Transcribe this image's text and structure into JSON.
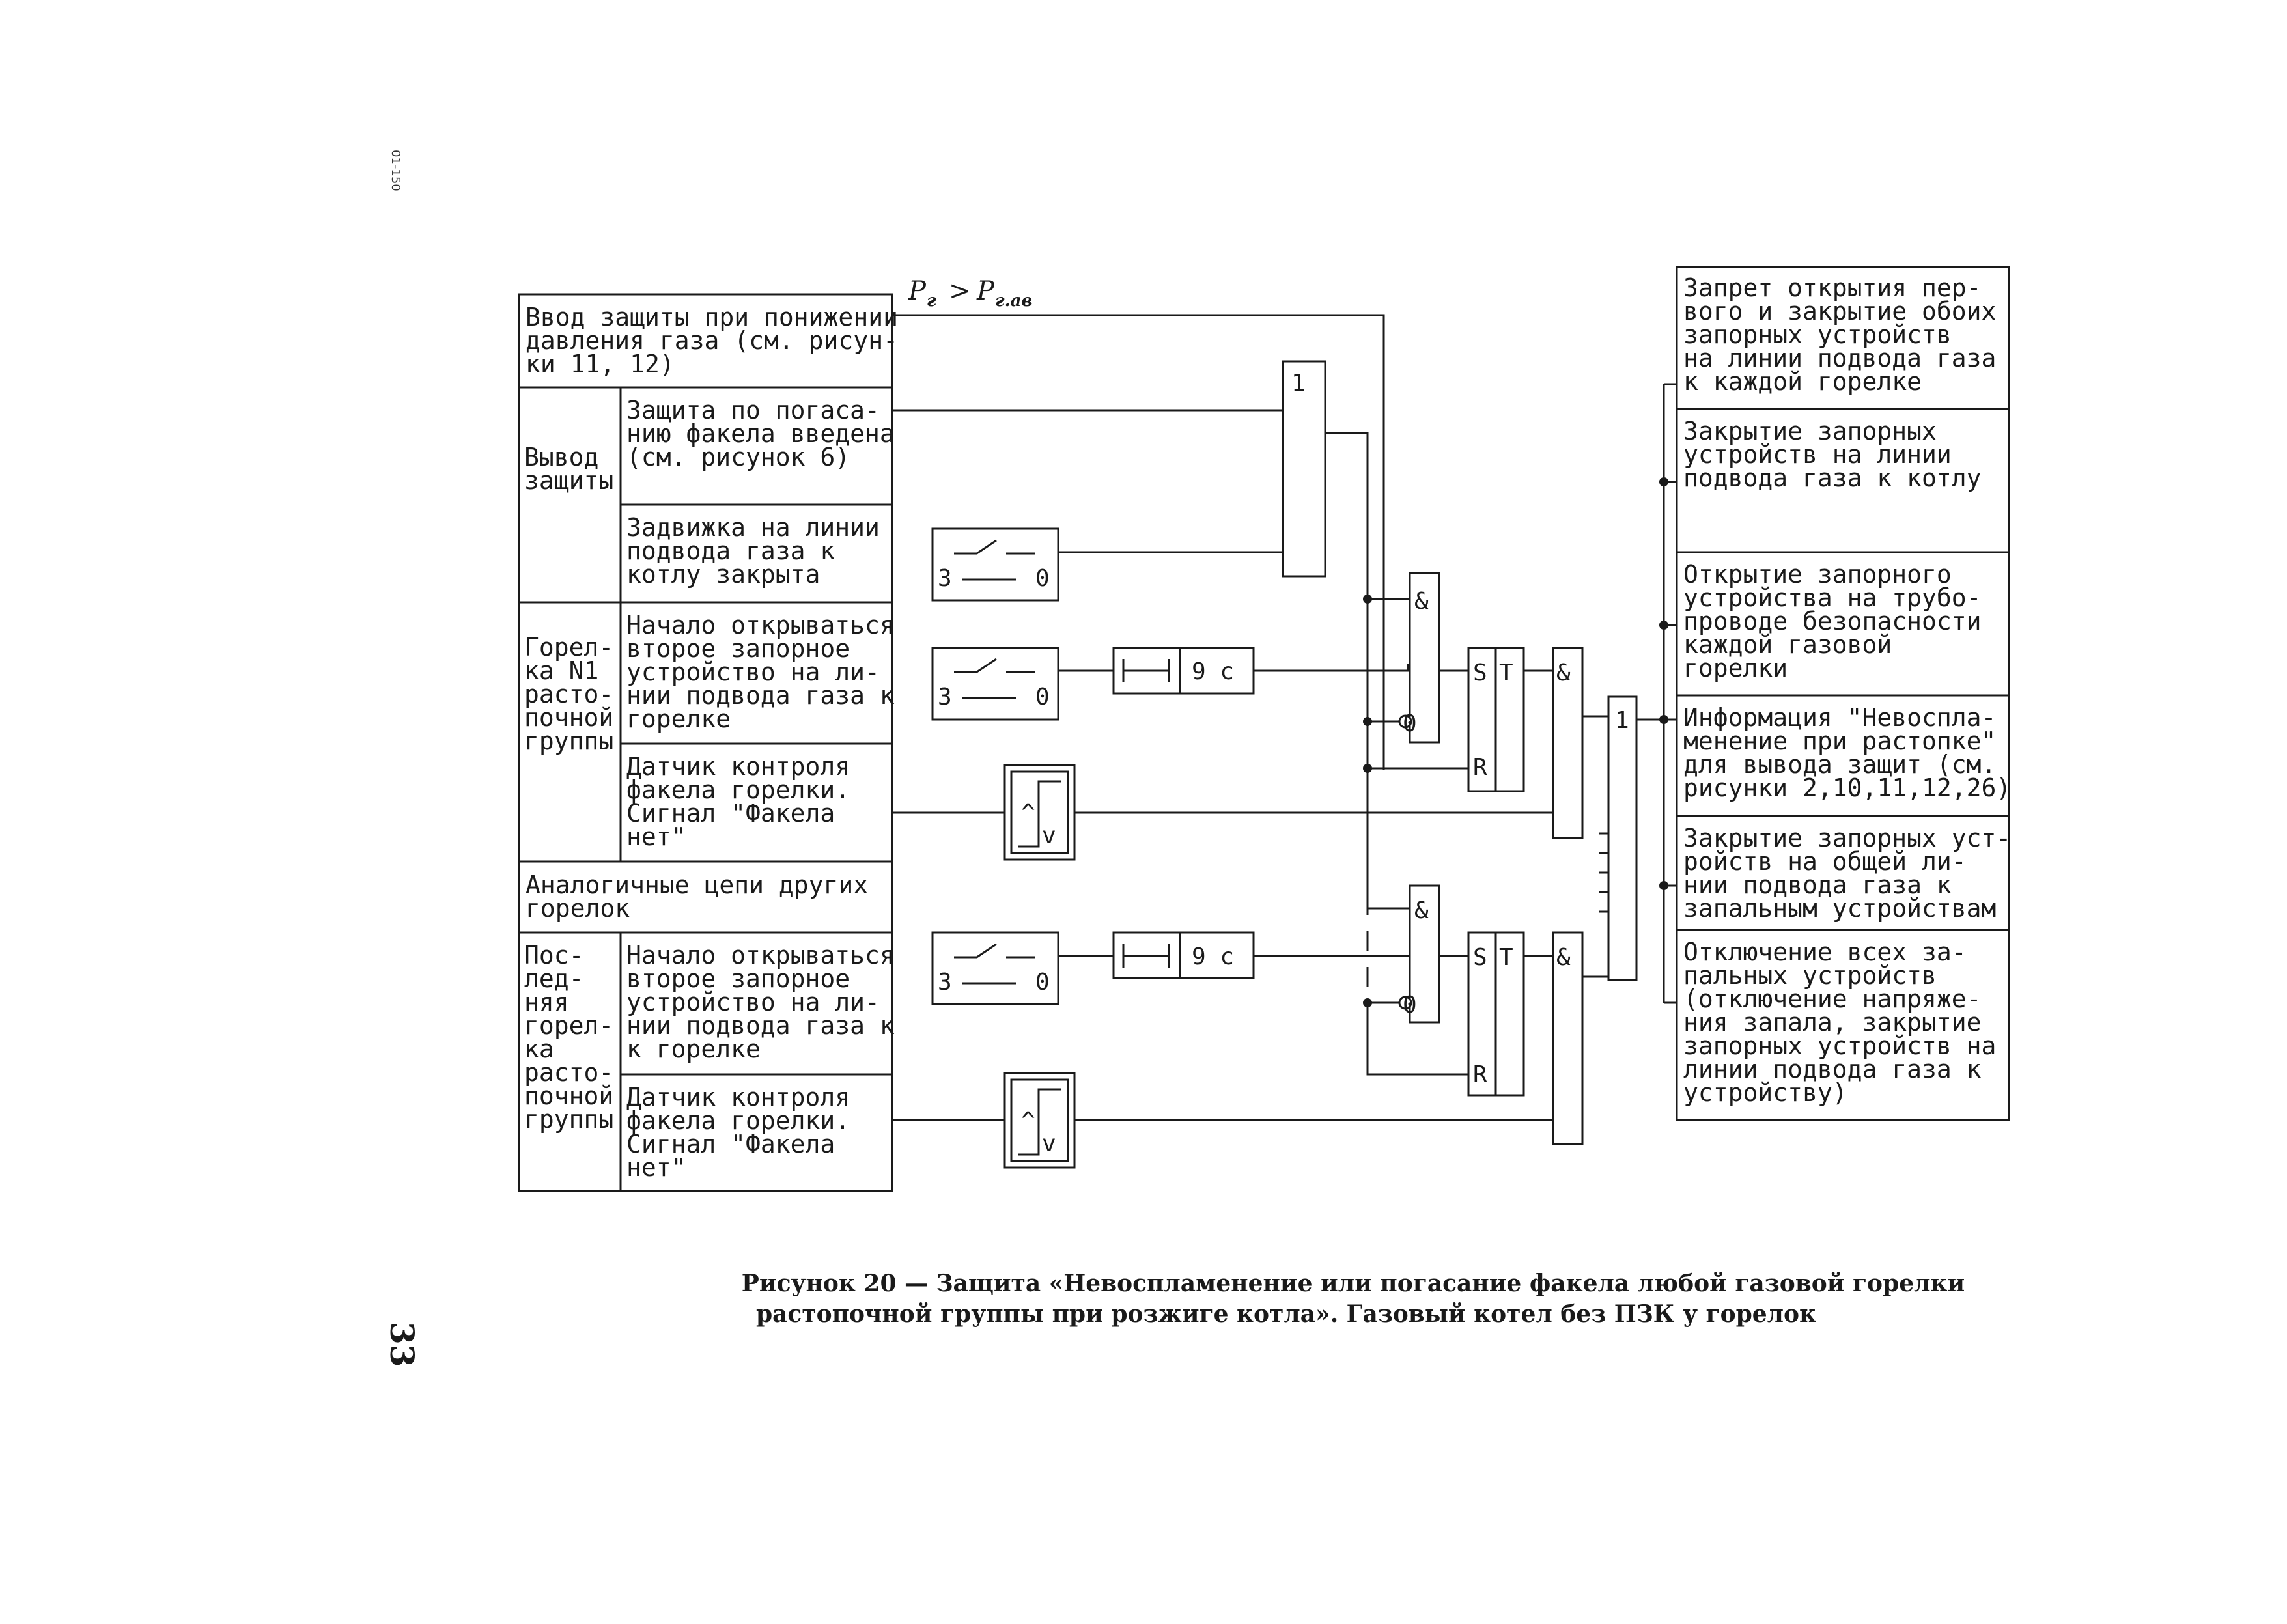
{
  "document": {
    "code": "01-150",
    "page_number": "33"
  },
  "diagram": {
    "pressure": {
      "lhs": "P",
      "lhs_sub": "г",
      "op": ">",
      "rhs": "P",
      "rhs_sub": "г.ав"
    }
  },
  "inputs": {
    "gas_pressure": [
      "Ввод защиты при понижении",
      "давления газа (см. рисун-",
      "ки 11, 12)"
    ],
    "protection_output": {
      "label": [
        "Вывод",
        "защиты"
      ],
      "flame_protection": [
        "Защита по погаса-",
        "нию факела введена",
        "(см. рисунок 6)"
      ],
      "gate_valve": [
        "Задвижка на линии",
        "подвода газа к",
        "котлу закрыта"
      ]
    },
    "burner1": {
      "label": [
        "Горел-",
        "ка N1",
        "расто-",
        "почной",
        "группы"
      ],
      "valve_opening": [
        "Начало открываться",
        "второе запорное",
        "устройство на ли-",
        "нии подвода газа к",
        "горелке"
      ],
      "flame_sensor": [
        "Датчик контроля",
        "факела горелки.",
        "Сигнал \"Факела",
        "нет\""
      ]
    },
    "other_burners": [
      "Аналогичные цепи других",
      "горелок"
    ],
    "last_burner": {
      "label": [
        "Пос-",
        "лед-",
        "няя",
        "горел-",
        "ка",
        "расто-",
        "почной",
        "группы"
      ],
      "valve_opening": [
        "Начало открываться",
        "второе запорное",
        "устройство на ли-",
        "нии подвода газа к",
        "к горелке"
      ],
      "flame_sensor": [
        "Датчик контроля",
        "факела горелки.",
        "Сигнал \"Факела",
        "нет\""
      ]
    }
  },
  "switches": {
    "closed_label": "3",
    "open_label": "0"
  },
  "timers": {
    "delay": "9 с"
  },
  "sensor": {
    "up": "^",
    "down": "v"
  },
  "gates": {
    "or_label": "1",
    "and_label": "&",
    "inv_label": "0",
    "set_label": "S",
    "reset_label": "R",
    "trigger_label": "T"
  },
  "outputs": [
    [
      "Запрет открытия пер-",
      "вого и закрытие обоих",
      "запорных устройств",
      "на линии подвода газа",
      "к каждой горелке"
    ],
    [
      "Закрытие запорных",
      "устройств  на линии",
      "подвода газа к котлу"
    ],
    [
      "Открытие запорного",
      "устройства на трубо-",
      "проводе безопасности",
      "каждой газовой",
      "горелки"
    ],
    [
      "Информация \"Невоспла-",
      "менение при растопке\"",
      "для вывода защит (см.",
      "рисунки 2,10,11,12,26)"
    ],
    [
      "Закрытие запорных уст-",
      "ройств  на общей ли-",
      "нии подвода газа к",
      "запальным устройствам"
    ],
    [
      "Отключение всех за-",
      "пальных устройств",
      "(отключение напряже-",
      "ния запала, закрытие",
      "запорных устройств на",
      "линии подвода газа к",
      "устройству)"
    ]
  ],
  "caption": {
    "line1": "Рисунок 20 — Защита «Невоспламенение или погасание факела любой газовой горелки",
    "line2": "растопочной группы при розжиге котла». Газовый котел без ПЗК у горелок"
  }
}
